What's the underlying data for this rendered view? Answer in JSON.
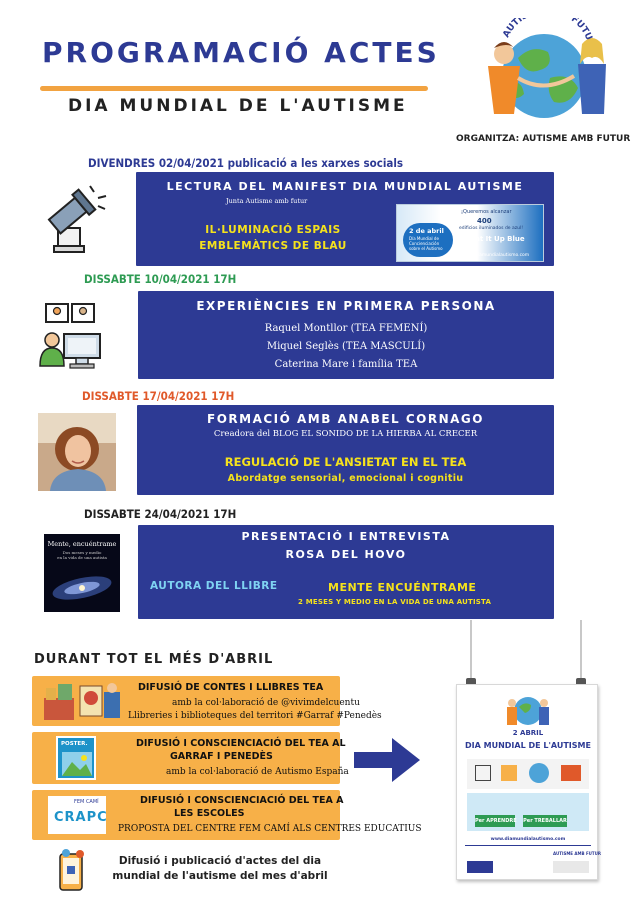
{
  "header": {
    "title": "PROGRAMACIÓ ACTES",
    "subtitle": "DIA MUNDIAL DE L'AUTISME",
    "organizer": "ORGANITZA: AUTISME AMB FUTUR",
    "logo_text": "AUTISME AMB FUTUR"
  },
  "events": [
    {
      "date": "DIVENDRES 02/04/2021 publicació a les xarxes socials",
      "title": "LECTURA DEL MANIFEST DIA MUNDIAL AUTISME",
      "sub": "Junta Autisme amb futur",
      "highlight_1": "IL·LUMINACIÓ ESPAIS",
      "highlight_2": "EMBLEMÀTICS DE BLAU",
      "banner": {
        "top": "¡Queremos alcanzar",
        "number": "400",
        "number_sub": "edificios iluminados de azul!",
        "date": "2 de abril",
        "date_sub1": "Día Mundial de",
        "date_sub2": "Concienciación",
        "date_sub3": "sobre el Autismo",
        "slogan": "Light It Up Blue",
        "url": "www.diamundialautismo.com"
      }
    },
    {
      "date": "DISSABTE  10/04/2021 17H",
      "title": "EXPERIÈNCIES EN PRIMERA PERSONA",
      "lines": [
        "Raquel Montllor (TEA FEMENÍ)",
        "Miquel Seglès (TEA MASCULÍ)",
        "Caterina Mare i família TEA"
      ]
    },
    {
      "date": "DISSABTE  17/04/2021 17H",
      "title": "FORMACIÓ AMB ANABEL CORNAGO",
      "sub": "Creadora del BLOG EL SONIDO DE LA HIERBA AL CRECER",
      "highlight_1": "REGULACIÓ DE L'ANSIETAT EN EL TEA",
      "highlight_2": "Abordatge sensorial, emocional i cognitiu"
    },
    {
      "date": "DISSABTE  24/04/2021 17H",
      "title": "PRESENTACIÓ I ENTREVISTA",
      "title_2": "ROSA DEL HOVO",
      "left_label": "AUTORA DEL LLIBRE",
      "book": "MENTE ENCUÉNTRAME",
      "book_sub": "2 MESES Y MEDIO EN LA VIDA DE UNA AUTISTA",
      "cover_title": "Mente, encuéntrame",
      "cover_sub1": "Dos meses y medio",
      "cover_sub2": "en la vida de una autista"
    }
  ],
  "april": {
    "heading": "DURANT TOT EL MÉS D'ABRIL",
    "items": [
      {
        "title": "DIFUSIÓ DE CONTES I LLIBRES TEA",
        "line_1": "amb la col·laboració de @vivimdelcuentu",
        "line_2": "Llibreries i biblioteques del territori #Garraf #Penedès"
      },
      {
        "title_1": "DIFUSIÓ I CONSCIENCIACIÓ DEL TEA AL",
        "title_2": "GARRAF I PENEDÈS",
        "line_1": "amb la col·laboració de Autismo España",
        "poster_label": "POSTER."
      },
      {
        "title_1": "DIFUSIÓ I CONSCIENCIACIÓ DEL TEA A",
        "title_2": "LES ESCOLES",
        "line_1": "PROPOSTA DEL CENTRE FEM CAMÍ ALS CENTRES EDUCATIUS",
        "logo_top": "FEM CAMÍ",
        "logo_main": "CRAPC"
      }
    ],
    "footnote_1": "Difusió i publicació d'actes del dia",
    "footnote_2": "mundial de l'autisme del mes d'abril"
  },
  "poster": {
    "date": "2 ABRIL",
    "title": "DIA MUNDIAL DE L'AUTISME",
    "tag_1": "Per APRENDRE",
    "tag_2": "Per TREBALLAR",
    "url": "www.diamundialautismo.com",
    "brand": "AUTISME AMB FUTUR"
  },
  "colors": {
    "primary_blue": "#2d3a94",
    "accent_orange": "#f2a341",
    "box_orange": "#f7b048",
    "highlight_yellow": "#f5e21c",
    "date_green": "#2e9b53",
    "date_orange": "#e0592a"
  },
  "icons": [
    "spotlight-icon",
    "video-call-icon",
    "speaker-photo",
    "book-cover",
    "arrow-right-icon",
    "social-phone-icon"
  ]
}
